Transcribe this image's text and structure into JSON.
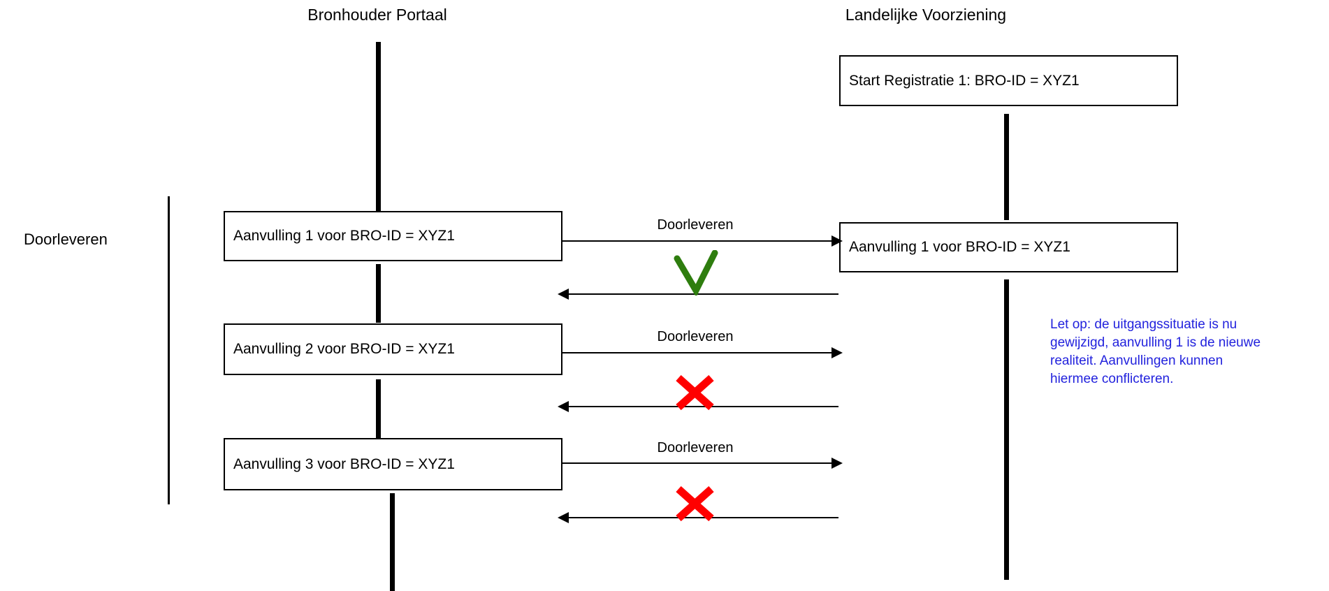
{
  "diagram": {
    "title": "Doorleveren sequence diagram",
    "colors": {
      "ink": "#000000",
      "ok": "#2E7D0E",
      "fail": "#FF0000",
      "note": "#2222DD",
      "background": "#FFFFFF"
    }
  },
  "columns": {
    "left": {
      "header": "Bronhouder Portaal"
    },
    "right": {
      "header": "Landelijke Voorziening"
    }
  },
  "scope": {
    "label": "Doorleveren"
  },
  "right_nodes": [
    {
      "label": "Start Registratie 1: BRO-ID = XYZ1"
    },
    {
      "label": "Aanvulling 1 voor BRO-ID = XYZ1"
    }
  ],
  "left_nodes": [
    {
      "label": "Aanvulling 1 voor BRO-ID = XYZ1"
    },
    {
      "label": "Aanvulling 2 voor BRO-ID = XYZ1"
    },
    {
      "label": "Aanvulling 3 voor BRO-ID = XYZ1"
    }
  ],
  "messages": [
    {
      "label": "Doorleveren",
      "direction": "right",
      "result": "ok",
      "result_icon": "check-icon"
    },
    {
      "label": "",
      "direction": "left",
      "result": "ok",
      "result_icon": "check-icon"
    },
    {
      "label": "Doorleveren",
      "direction": "right",
      "result": "fail",
      "result_icon": "cross-icon"
    },
    {
      "label": "",
      "direction": "left",
      "result": "fail",
      "result_icon": "cross-icon"
    },
    {
      "label": "Doorleveren",
      "direction": "right",
      "result": "fail",
      "result_icon": "cross-icon"
    },
    {
      "label": "",
      "direction": "left",
      "result": "fail",
      "result_icon": "cross-icon"
    }
  ],
  "annotation": {
    "lines": [
      "Let op: de uitgangssituatie is nu",
      "gewijzigd, aanvulling 1 is de nieuwe",
      "realiteit. Aanvullingen kunnen",
      "hiermee conflicteren."
    ]
  }
}
